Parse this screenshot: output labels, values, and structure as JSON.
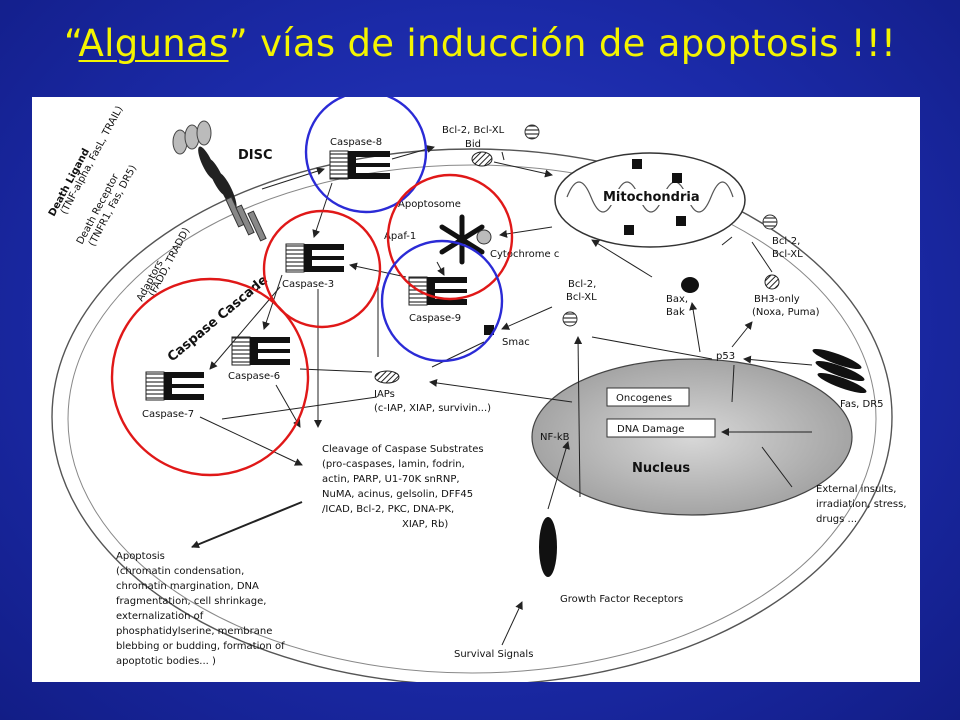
{
  "slide": {
    "title_open_quote": "“",
    "title_underlined": "Algunas",
    "title_close_quote": "”",
    "title_rest": " vías de inducción de apoptosis !!!"
  },
  "labels": {
    "disc": "DISC",
    "caspase8": "Caspase-8",
    "bcl2_bclxl_top": "Bcl-2, Bcl-XL",
    "bid": "Bid",
    "mitochondria": "Mitochondria",
    "apoptosome": "Apoptosome",
    "apaf1": "Apaf-1",
    "cytochrome_c": "Cytochrome c",
    "caspase3": "Caspase-3",
    "caspase9": "Caspase-9",
    "bcl2_right": "Bcl-2,",
    "bclxl_right": "Bcl-XL",
    "bcl2_mid": "Bcl-2,",
    "bclxl_mid": "Bcl-XL",
    "bax": "Bax,",
    "bak": "Bak",
    "bh3_only": "BH3-only",
    "noxa_puma": "(Noxa, Puma)",
    "smac": "Smac",
    "p53": "p53",
    "caspase6": "Caspase-6",
    "caspase7": "Caspase-7",
    "caspase_cascade": "Caspase Cascade",
    "iaps": "IAPs",
    "iaps_list": "(c-IAP, XIAP, survivin...)",
    "oncogenes": "Oncogenes",
    "dna_damage": "DNA Damage",
    "nucleus": "Nucleus",
    "nfkb": "NF-kB",
    "fas_dr5": "Fas, DR5",
    "external_insults": [
      "External insults,",
      "irradiation, stress,",
      "drugs ..."
    ],
    "cleavage": [
      "Cleavage of Caspase Substrates",
      "(pro-caspases, lamin, fodrin,",
      "actin, PARP, U1-70K snRNP,",
      "NuMA, acinus, gelsolin, DFF45",
      "/ICAD, Bcl-2, PKC, DNA-PK,",
      "XIAP, Rb)"
    ],
    "apoptosis": [
      "Apoptosis",
      "(chromatin condensation,",
      "chromatin margination, DNA",
      "fragmentation, cell shrinkage,",
      "externalization of",
      "phosphatidylserine, membrane",
      "blebbing or budding, formation of",
      "apoptotic bodies...  )"
    ],
    "growth_factor_receptors": "Growth Factor Receptors",
    "survival_signals": "Survival Signals",
    "death_ligand": "Death Ligand",
    "death_ligand_sub": "(TNF-alpha, FasL, TRAIL)",
    "death_receptor": "Death Receptor",
    "death_receptor_sub": "(TNFR1, Fas, DR5)",
    "adaptors": "Adaptors",
    "adaptors_sub": "(FADD, TRADD)"
  },
  "colors": {
    "title": "#f4f400",
    "highlight_blue": "#2b2bd6",
    "highlight_red": "#e01818"
  }
}
